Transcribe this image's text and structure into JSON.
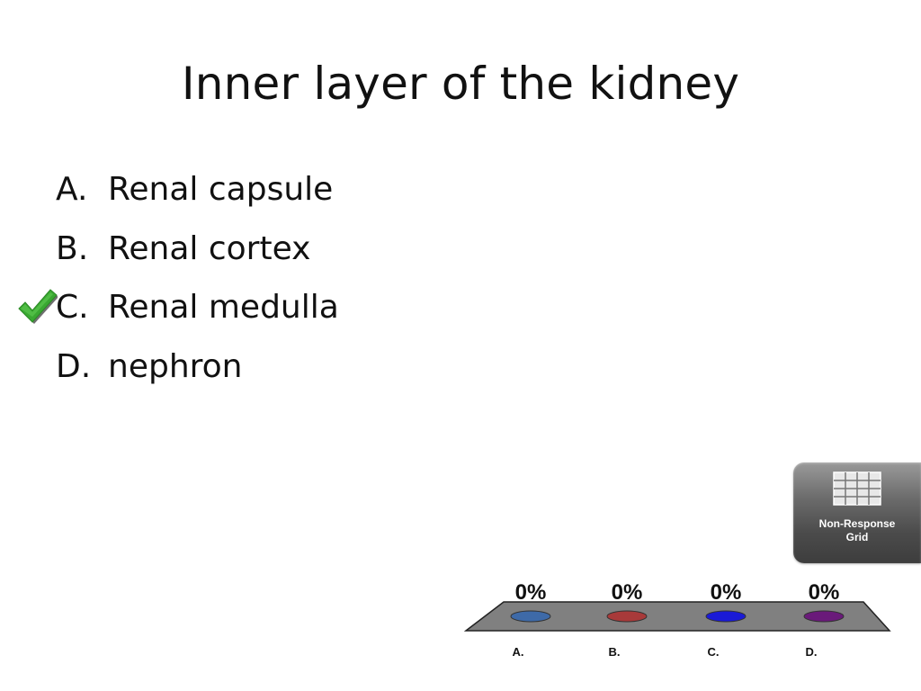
{
  "slide": {
    "title": "Inner layer of the kidney"
  },
  "answers": [
    {
      "letter": "A.",
      "text": "Renal capsule",
      "correct": false
    },
    {
      "letter": "B.",
      "text": "Renal cortex",
      "correct": false
    },
    {
      "letter": "C.",
      "text": "Renal medulla",
      "correct": true
    },
    {
      "letter": "D.",
      "text": "nephron",
      "correct": false
    }
  ],
  "correct_marker": {
    "icon": "checkmark-icon",
    "color": "#3aa832"
  },
  "non_response_grid": {
    "label_line1": "Non-Response",
    "label_line2": "Grid",
    "icon": "grid-icon"
  },
  "chart_data": {
    "type": "bar",
    "categories": [
      "A.",
      "B.",
      "C.",
      "D."
    ],
    "values": [
      0,
      0,
      0,
      0
    ],
    "value_labels": [
      "0%",
      "0%",
      "0%",
      "0%"
    ],
    "colors": [
      "#3e6aa8",
      "#a83a3a",
      "#1a1ad6",
      "#6a1a7a"
    ],
    "ylim": [
      0,
      100
    ],
    "base_color": "#808080"
  }
}
